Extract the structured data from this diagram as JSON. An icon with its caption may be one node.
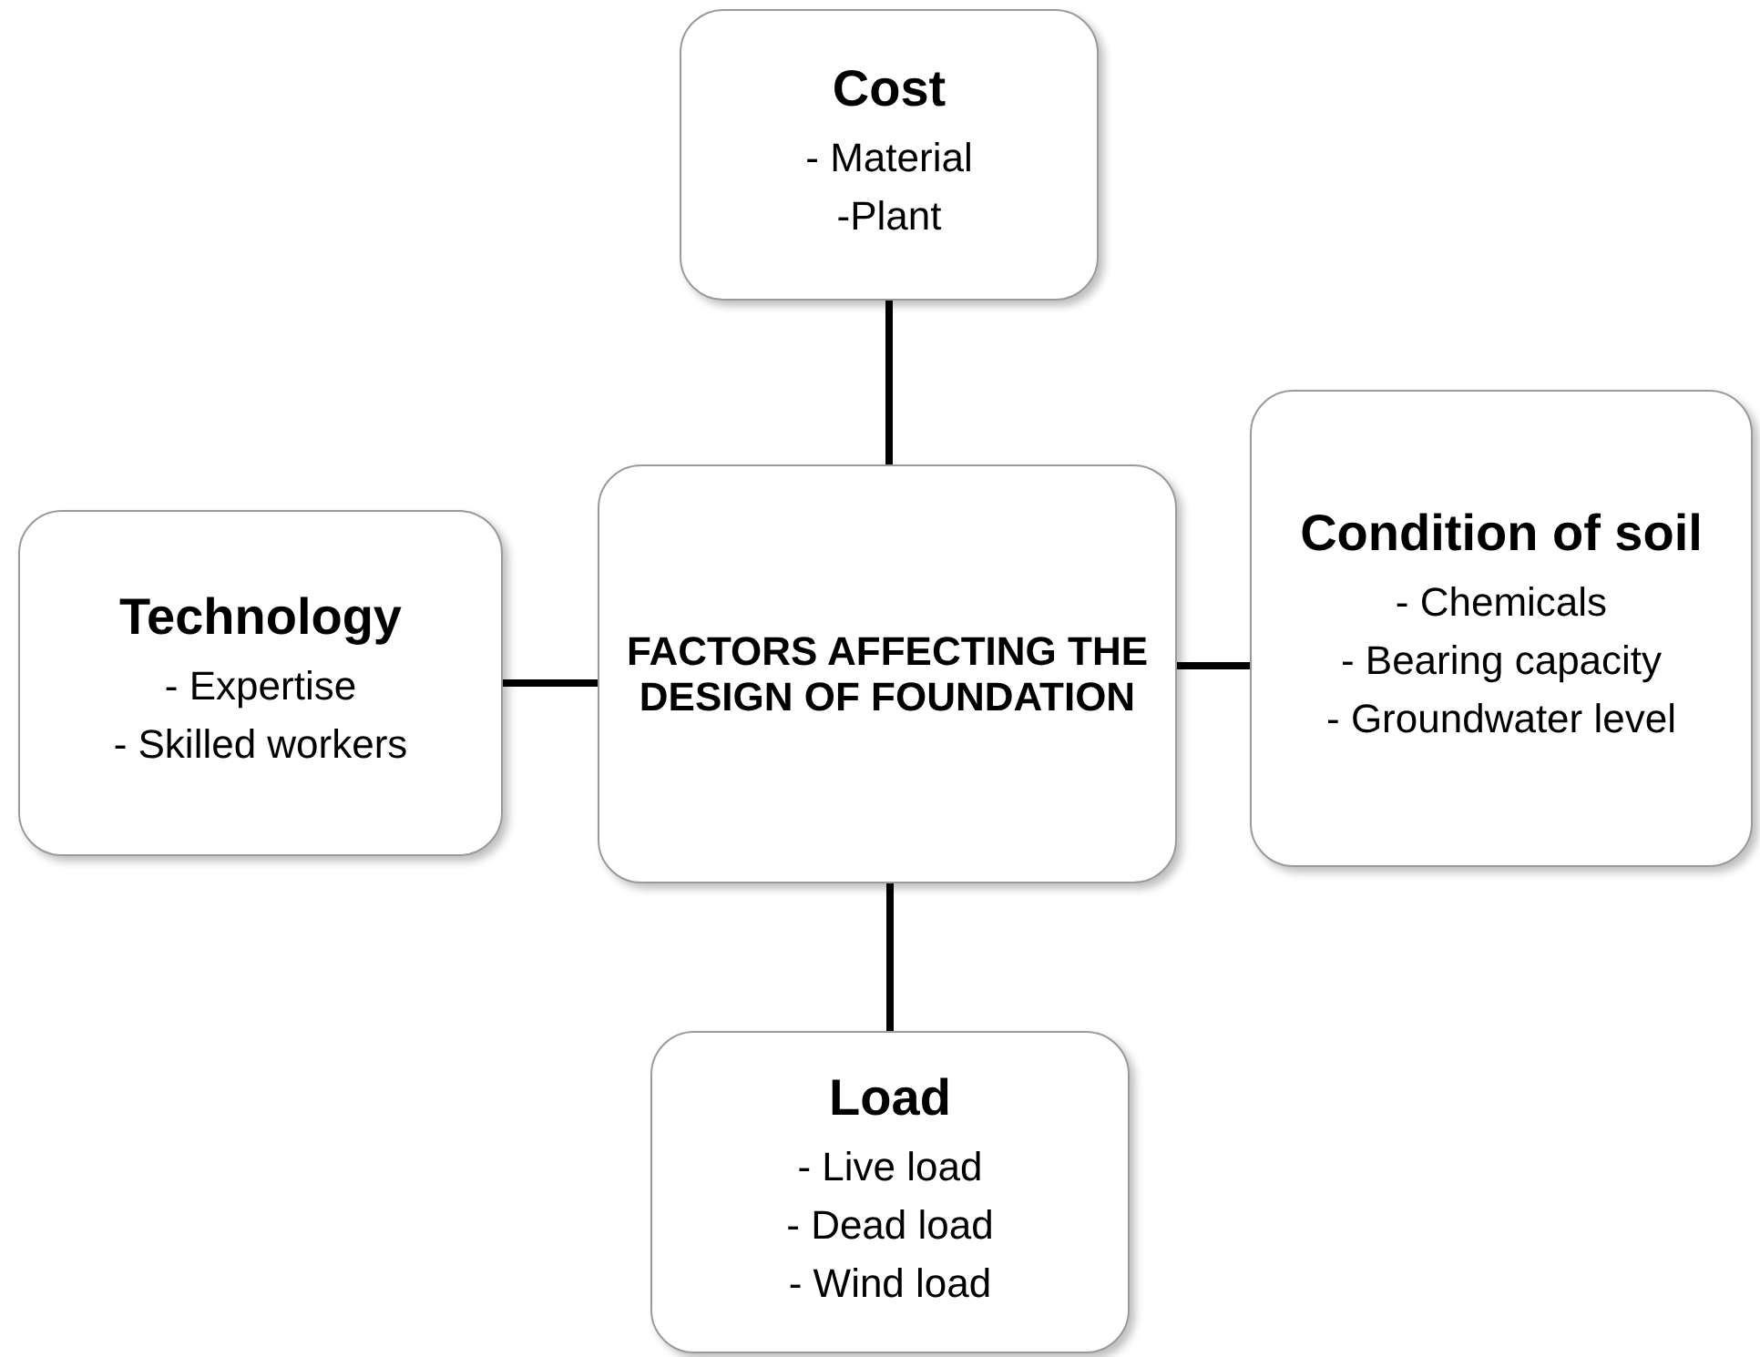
{
  "diagram": {
    "nodes": [
      {
        "text": [
          "Cost",
          "- Material",
          "-Plant"
        ]
      },
      {
        "text": [
          "Technology",
          "- Expertise",
          "- Skilled workers"
        ]
      },
      {
        "text": [
          "FACTORS AFFECTING THE DESIGN OF FOUNDATION"
        ]
      },
      {
        "text": [
          "Condition of soil",
          "- Chemicals",
          "- Bearing capacity",
          "- Groundwater level"
        ]
      },
      {
        "text": [
          "Load",
          "- Live load",
          "- Dead load",
          "- Wind load"
        ]
      }
    ],
    "edges": [
      {
        "from": 2,
        "to": 0,
        "arrow": "none"
      },
      {
        "from": 2,
        "to": 1,
        "arrow": "none"
      },
      {
        "from": 2,
        "to": 3,
        "arrow": "none"
      },
      {
        "from": 2,
        "to": 4,
        "arrow": "none"
      }
    ]
  }
}
